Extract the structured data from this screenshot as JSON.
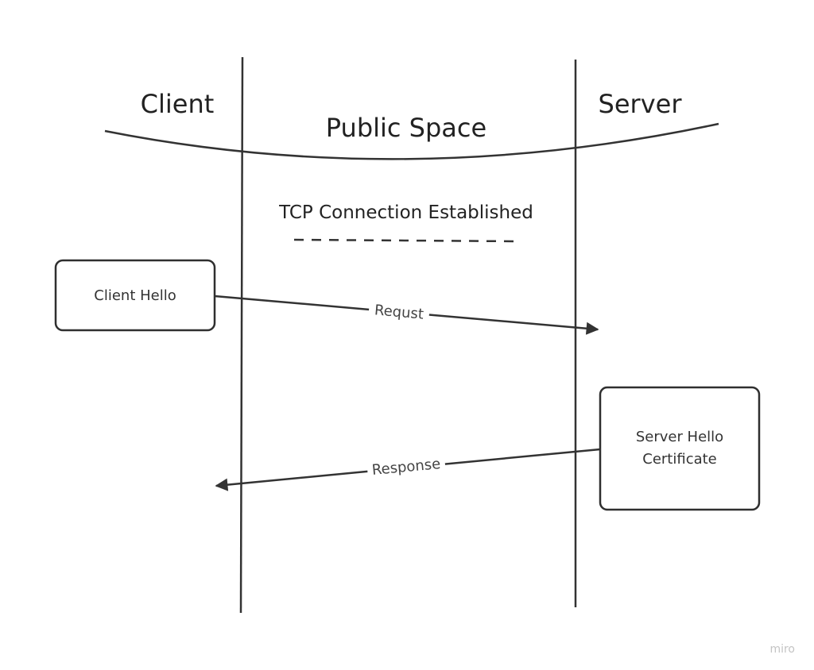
{
  "diagram": {
    "zones": {
      "client": "Client",
      "public": "Public Space",
      "server": "Server"
    },
    "note": "TCP Connection Established",
    "nodes": {
      "client_hello": {
        "lines": [
          "Client Hello"
        ]
      },
      "server_hello": {
        "lines": [
          "Server Hello",
          "Certificate"
        ]
      }
    },
    "edges": {
      "request": {
        "label": "Requst",
        "from": "client_hello",
        "to": "server_lane"
      },
      "response": {
        "label": "Response",
        "from": "server_hello",
        "to": "client_lane"
      }
    },
    "watermark": "miro"
  },
  "colors": {
    "ink": "#333333",
    "text": "#222222",
    "watermark": "#c4c4c4",
    "background": "#ffffff"
  }
}
